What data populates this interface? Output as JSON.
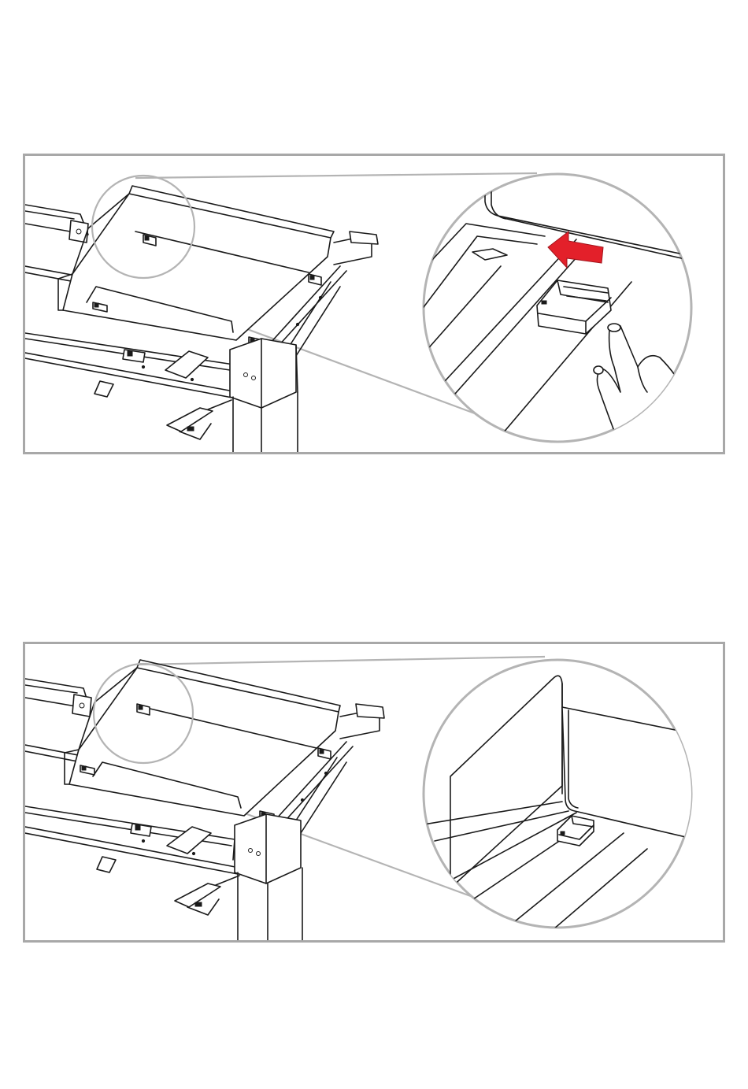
{
  "figure": {
    "panels": [
      {
        "id": "step-before",
        "detail_view": "clip-inserted-into-frame-slot",
        "arrow_color": "#e3202a",
        "show_hand": true,
        "show_arrow": true
      },
      {
        "id": "step-after",
        "detail_view": "clip-seated-in-frame",
        "show_hand": false,
        "show_arrow": false
      }
    ],
    "colors": {
      "frame": "#a8a8a8",
      "callout": "#b4b4b4",
      "line_art": "#1a1a1a",
      "arrow": "#e3202a"
    }
  }
}
